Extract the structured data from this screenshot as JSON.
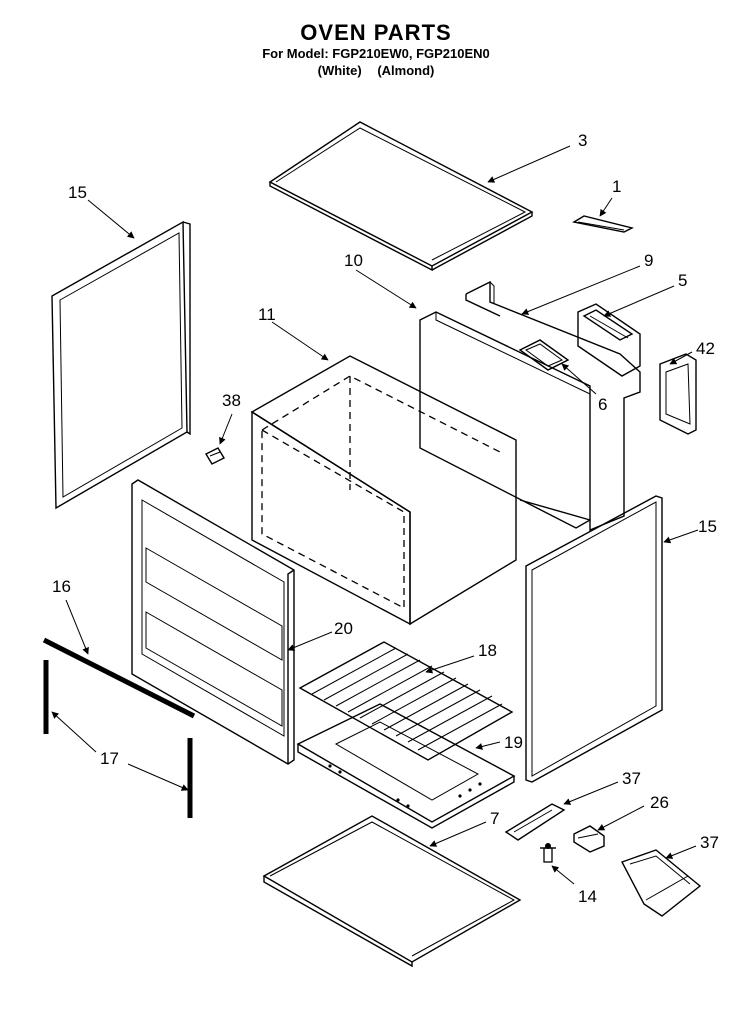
{
  "header": {
    "title": "OVEN PARTS",
    "model_line": "For Model: FGP210EW0, FGP210EN0",
    "color_white": "(White)",
    "color_almond": "(Almond)"
  },
  "callouts": {
    "c1": "1",
    "c3": "3",
    "c5": "5",
    "c6": "6",
    "c7": "7",
    "c9": "9",
    "c10": "10",
    "c11": "11",
    "c14": "14",
    "c15_left": "15",
    "c15_right": "15",
    "c16": "16",
    "c17": "17",
    "c18": "18",
    "c19": "19",
    "c20": "20",
    "c26": "26",
    "c37_top": "37",
    "c37_bottom": "37",
    "c38": "38",
    "c42": "42"
  }
}
